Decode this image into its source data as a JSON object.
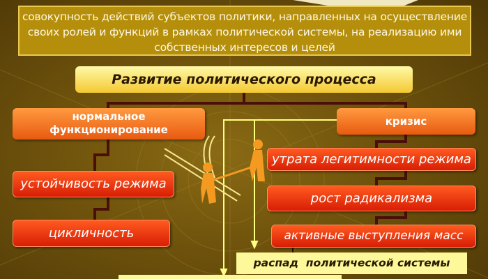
{
  "definition": "совокупность действий субъектов политики, направленных на осуществление своих ролей и функций в рамках политической системы, на реализацию ими собственных интересов и целей",
  "title": "Развитие политического процесса",
  "left": {
    "header": "нормальное функционирование",
    "items": [
      "устойчивость режима",
      "цикличность"
    ]
  },
  "right": {
    "header": "кризис",
    "items": [
      "утрата легитимности режима",
      "рост радикализма",
      "активные выступления масс"
    ]
  },
  "outcome": "распад  политической системы",
  "colors": {
    "background": "#6e520c",
    "definition_box": "#b58f0c",
    "title_box": "#f4c932",
    "orange_box": "#ff9a40",
    "red_box": "#e02a08",
    "outcome_box": "#fdf99a",
    "connector": "#4a0f08",
    "arrow": "#ffff80"
  }
}
